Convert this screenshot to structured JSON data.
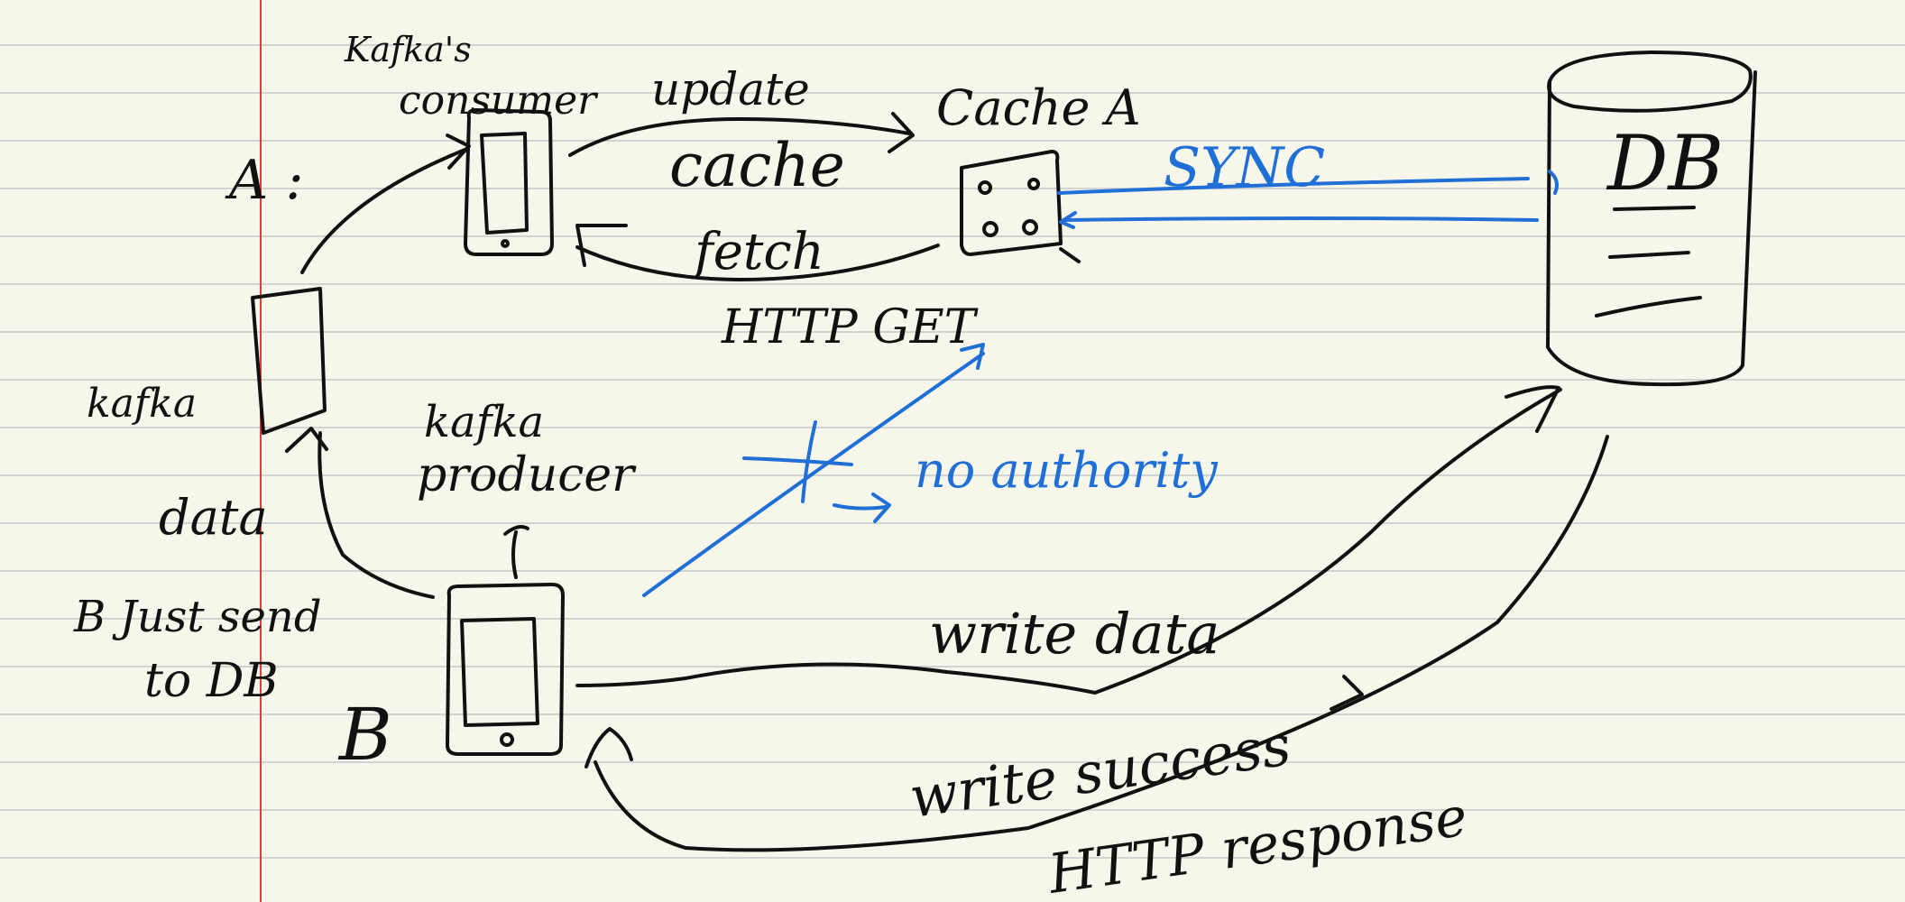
{
  "colors": {
    "paper": "#f7f6ea",
    "rule_line": "#d2d2d2",
    "margin_line": "#e63b3b",
    "ink": "#111111",
    "blue_ink": "#1f6fd6"
  },
  "labels": {
    "kafka_consumer_1": "Kafka's",
    "kafka_consumer_2": "consumer",
    "update": "update",
    "cache_a": "Cache A",
    "a_label": "A :",
    "cache": "cache",
    "sync": "SYNC",
    "db": "DB",
    "fetch": "fetch",
    "http_get": "HTTP GET",
    "kafka": "kafka",
    "kafka_producer_1": "kafka",
    "kafka_producer_2": "producer",
    "no_authority": "no authority",
    "data": "data",
    "b_just_send_1": "B  Just send",
    "b_just_send_2": "to DB",
    "b_label": "B",
    "write_data": "write data",
    "write_success": "write success",
    "http_response": "HTTP response"
  },
  "icons": {
    "phone_a": "phone-icon",
    "phone_b": "phone-icon",
    "kafka_box": "kafka-broker-icon",
    "cache_box": "cache-server-icon",
    "db": "database-cylinder-icon"
  }
}
